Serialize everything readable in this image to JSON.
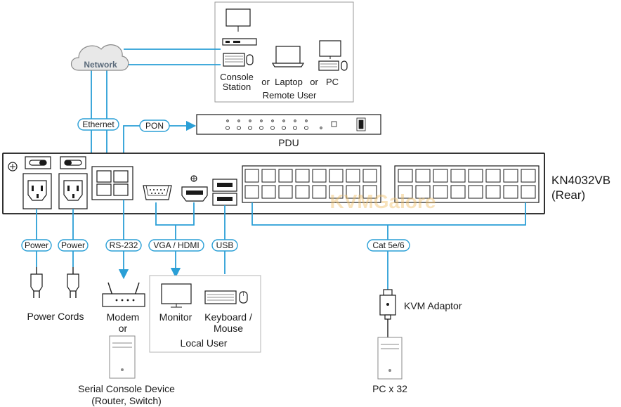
{
  "network": {
    "label": "Network"
  },
  "remote_user": {
    "console_station": [
      "Console",
      "Station"
    ],
    "or1": "or",
    "laptop": "Laptop",
    "or2": "or",
    "pc": "PC",
    "caption": "Remote User"
  },
  "connectors": {
    "ethernet": "Ethernet",
    "pon": "PON",
    "power1": "Power",
    "power2": "Power",
    "rs232": "RS-232",
    "vga_hdmi": "VGA / HDMI",
    "usb": "USB",
    "cat": "Cat 5e/6"
  },
  "pdu": {
    "label": "PDU"
  },
  "device": {
    "name": "KN4032VB",
    "side": "(Rear)",
    "watermark": "KVMGalore"
  },
  "power_cords": {
    "label": "Power Cords"
  },
  "modem": {
    "label": "Modem",
    "or": "or"
  },
  "serial": {
    "line1": "Serial Console Device",
    "line2": "(Router, Switch)"
  },
  "local_user": {
    "monitor": "Monitor",
    "keyboard": [
      "Keyboard /",
      "Mouse"
    ],
    "caption": "Local User"
  },
  "kvm_adaptor": {
    "label": "KVM Adaptor"
  },
  "pc_x32": {
    "label": "PC x 32"
  },
  "colors": {
    "cable": "#2a9fd6",
    "outline": "#1a1a1a",
    "panel": "#8a8a8a",
    "watermark": "#f0c06a"
  }
}
